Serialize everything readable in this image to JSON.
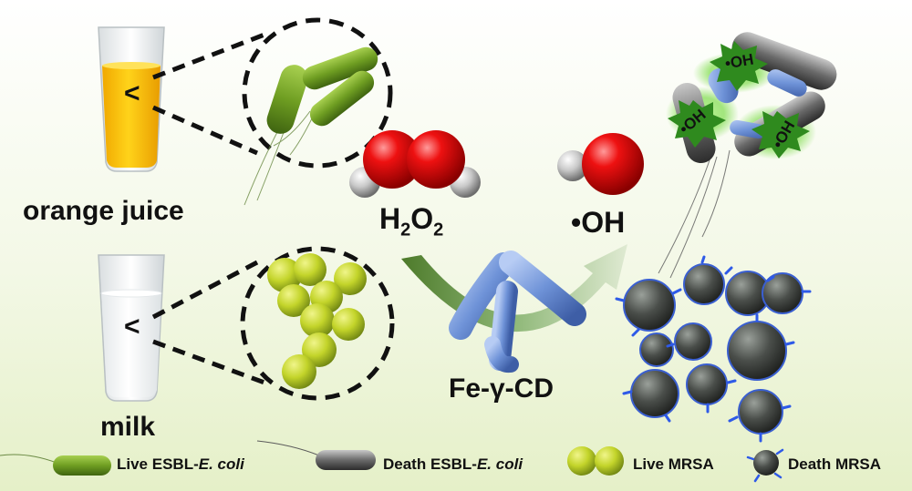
{
  "labels": {
    "orange_juice": "orange juice",
    "milk": "milk",
    "h2o2_main": "H",
    "h2o2_sub1": "2",
    "h2o2_mid": "O",
    "h2o2_sub2": "2",
    "hydroxyl": "•OH",
    "catalyst": "Fe-γ-CD",
    "ros_mark": "•OH",
    "less_than": "<"
  },
  "legend": {
    "live_ecoli_prefix": "Live ESBL-",
    "live_ecoli_italic": "E. coli",
    "dead_ecoli_prefix": "Death ESBL-",
    "dead_ecoli_italic": "E. coli",
    "live_mrsa": "Live MRSA",
    "dead_mrsa": "Death MRSA"
  },
  "colors": {
    "juice": "#f5b800",
    "milk": "#f4f6f7",
    "live_bacteria": "#7fae2a",
    "live_mrsa": "#c8d82a",
    "dead": "#3a3d3a",
    "oxygen": "#e00000",
    "hydrogen": "#c8c8c8",
    "cyclodextrin": "#6f93d8",
    "arrow": "#5f8a3a",
    "ros_glow": "#7ddc4a"
  }
}
